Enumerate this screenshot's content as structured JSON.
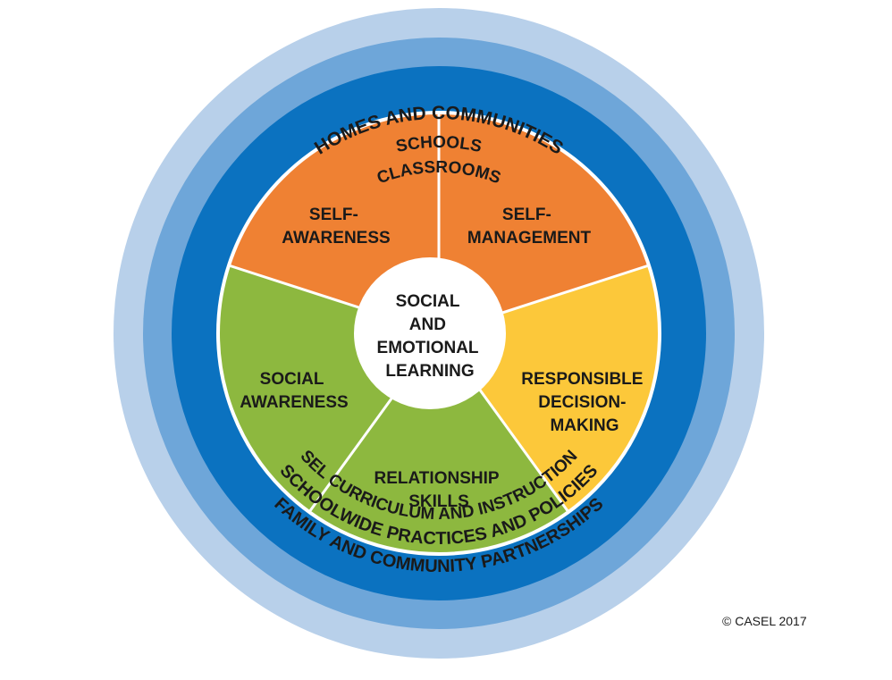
{
  "colors": {
    "outer_ring": "#b8d0ea",
    "middle_ring": "#6ea6d9",
    "inner_ring": "#0b72c0",
    "divider": "#ffffff",
    "self_awareness": "#ef8133",
    "self_management": "#ef8133",
    "responsible_decision_making": "#fcc83a",
    "relationship_skills": "#8db83f",
    "social_awareness": "#8db83f",
    "center": "#ffffff"
  },
  "rings": {
    "outer_top": "HOMES AND COMMUNITIES",
    "middle_top": "SCHOOLS",
    "inner_top": "CLASSROOMS",
    "inner_bottom": "SEL CURRICULUM AND INSTRUCTION",
    "middle_bottom": "SCHOOLWIDE PRACTICES AND POLICIES",
    "outer_bottom": "FAMILY AND COMMUNITY PARTNERSHIPS"
  },
  "competencies": {
    "self_awareness": [
      "SELF-",
      "AWARENESS"
    ],
    "self_management": [
      "SELF-",
      "MANAGEMENT"
    ],
    "responsible_decision_making": [
      "RESPONSIBLE",
      "DECISION-",
      "MAKING"
    ],
    "relationship_skills": [
      "RELATIONSHIP",
      "SKILLS"
    ],
    "social_awareness": [
      "SOCIAL",
      "AWARENESS"
    ]
  },
  "center": [
    "SOCIAL",
    "AND",
    "EMOTIONAL",
    "LEARNING"
  ],
  "copyright": "© CASEL 2017"
}
